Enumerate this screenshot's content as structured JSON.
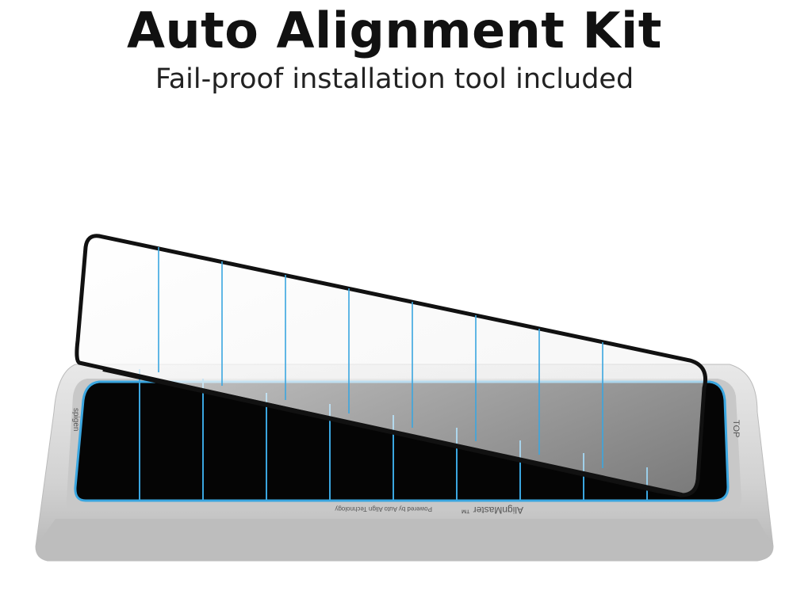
{
  "header": {
    "title": "Auto Alignment Kit",
    "subtitle": "Fail-proof installation tool included"
  },
  "tray": {
    "brand_label": "spigen",
    "top_label": "TOP",
    "product_label": "AlignMaster ™",
    "tech_label": "Powered by Auto Align Technology"
  },
  "colors": {
    "guide_line": "#3aa6e0",
    "tray": "#d9d9d9",
    "screen": "#050505"
  }
}
